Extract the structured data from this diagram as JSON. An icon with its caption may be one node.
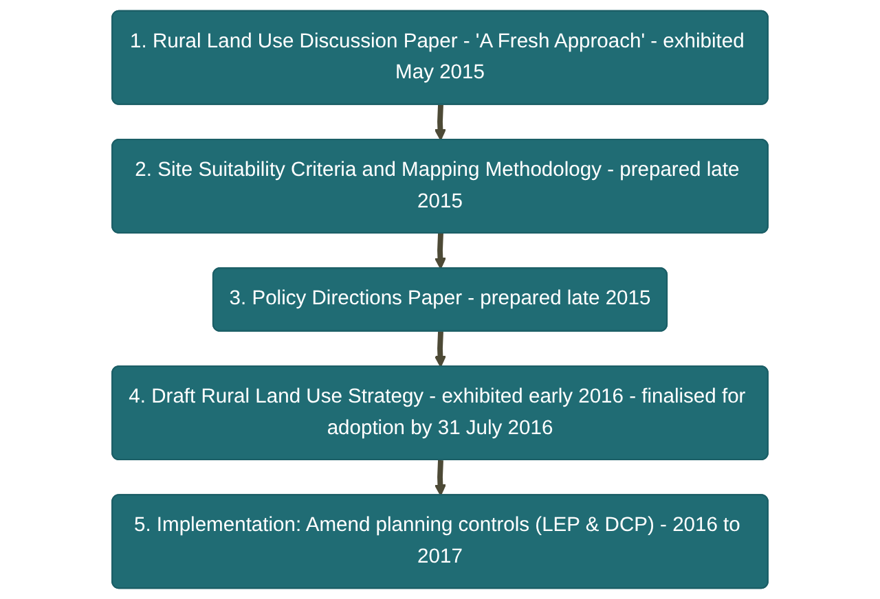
{
  "diagram": {
    "nodes": [
      {
        "text": [
          "1. Rural Land Use Discussion Paper - 'A Fresh Approach' - exhibited May 2015"
        ]
      },
      {
        "text": [
          "2. Site Suitability Criteria and Mapping Methodology - prepared late 2015"
        ]
      },
      {
        "text": [
          "3. Policy Directions Paper - prepared late 2015"
        ]
      },
      {
        "text": [
          "4. Draft Rural Land Use Strategy - exhibited early 2016 - finalised for adoption by 31 July 2016"
        ]
      },
      {
        "text": [
          "5. Implementation: Amend planning controls (LEP & DCP) - 2016 to 2017"
        ]
      }
    ],
    "edges": [
      {
        "from": 0,
        "to": 1,
        "arrow": "to"
      },
      {
        "from": 1,
        "to": 2,
        "arrow": "to"
      },
      {
        "from": 2,
        "to": 3,
        "arrow": "to"
      },
      {
        "from": 3,
        "to": 4,
        "arrow": "to"
      }
    ]
  }
}
